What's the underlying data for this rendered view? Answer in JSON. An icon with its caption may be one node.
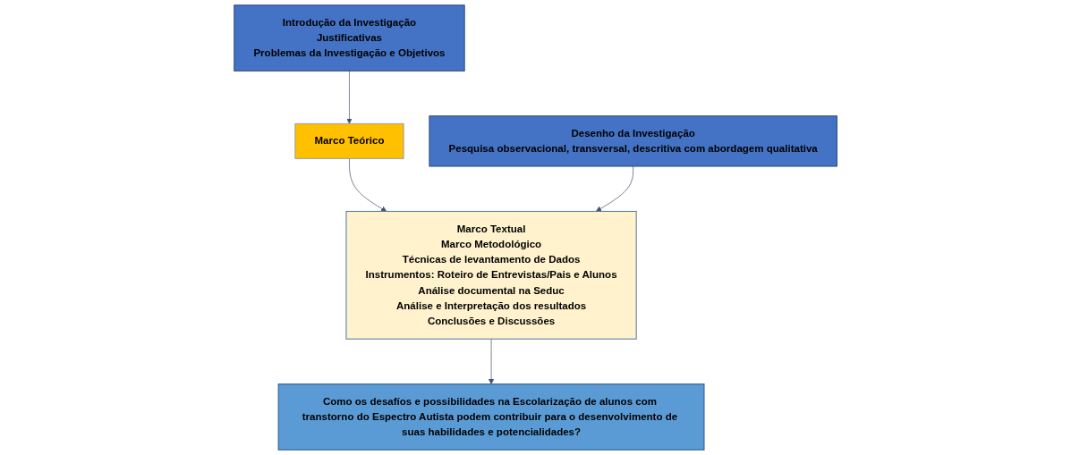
{
  "diagram": {
    "nodes": [
      {
        "text": [
          "Introdução da Investigação",
          "Justificativas",
          "Problemas da Investigação e Objetivos"
        ]
      },
      {
        "text": [
          "Marco  Teórico"
        ]
      },
      {
        "text": [
          "Desenho da Investigação",
          "Pesquisa observacional, transversal, descritiva com abordagem qualitativa"
        ]
      },
      {
        "text": [
          "Marco Textual",
          "Marco Metodológico",
          "Técnicas de levantamento de Dados",
          "Instrumentos: Roteiro de Entrevistas/Pais e Alunos",
          "Análise documental na Seduc",
          "Análise e Interpretação dos resultados",
          "Conclusões e Discussões"
        ]
      },
      {
        "text": [
          "Como os desafíos e possibilidades na Escolarização de alunos com transtorno do Espectro Autista podem contribuir para o desenvolvimento de suas habilidades e potencialidades?"
        ]
      }
    ],
    "edges": [
      {
        "from": 0,
        "to": 1,
        "arrow": "to"
      },
      {
        "from": 1,
        "to": 3,
        "arrow": "to"
      },
      {
        "from": 2,
        "to": 3,
        "arrow": "to"
      },
      {
        "from": 3,
        "to": 4,
        "arrow": "to"
      }
    ]
  }
}
